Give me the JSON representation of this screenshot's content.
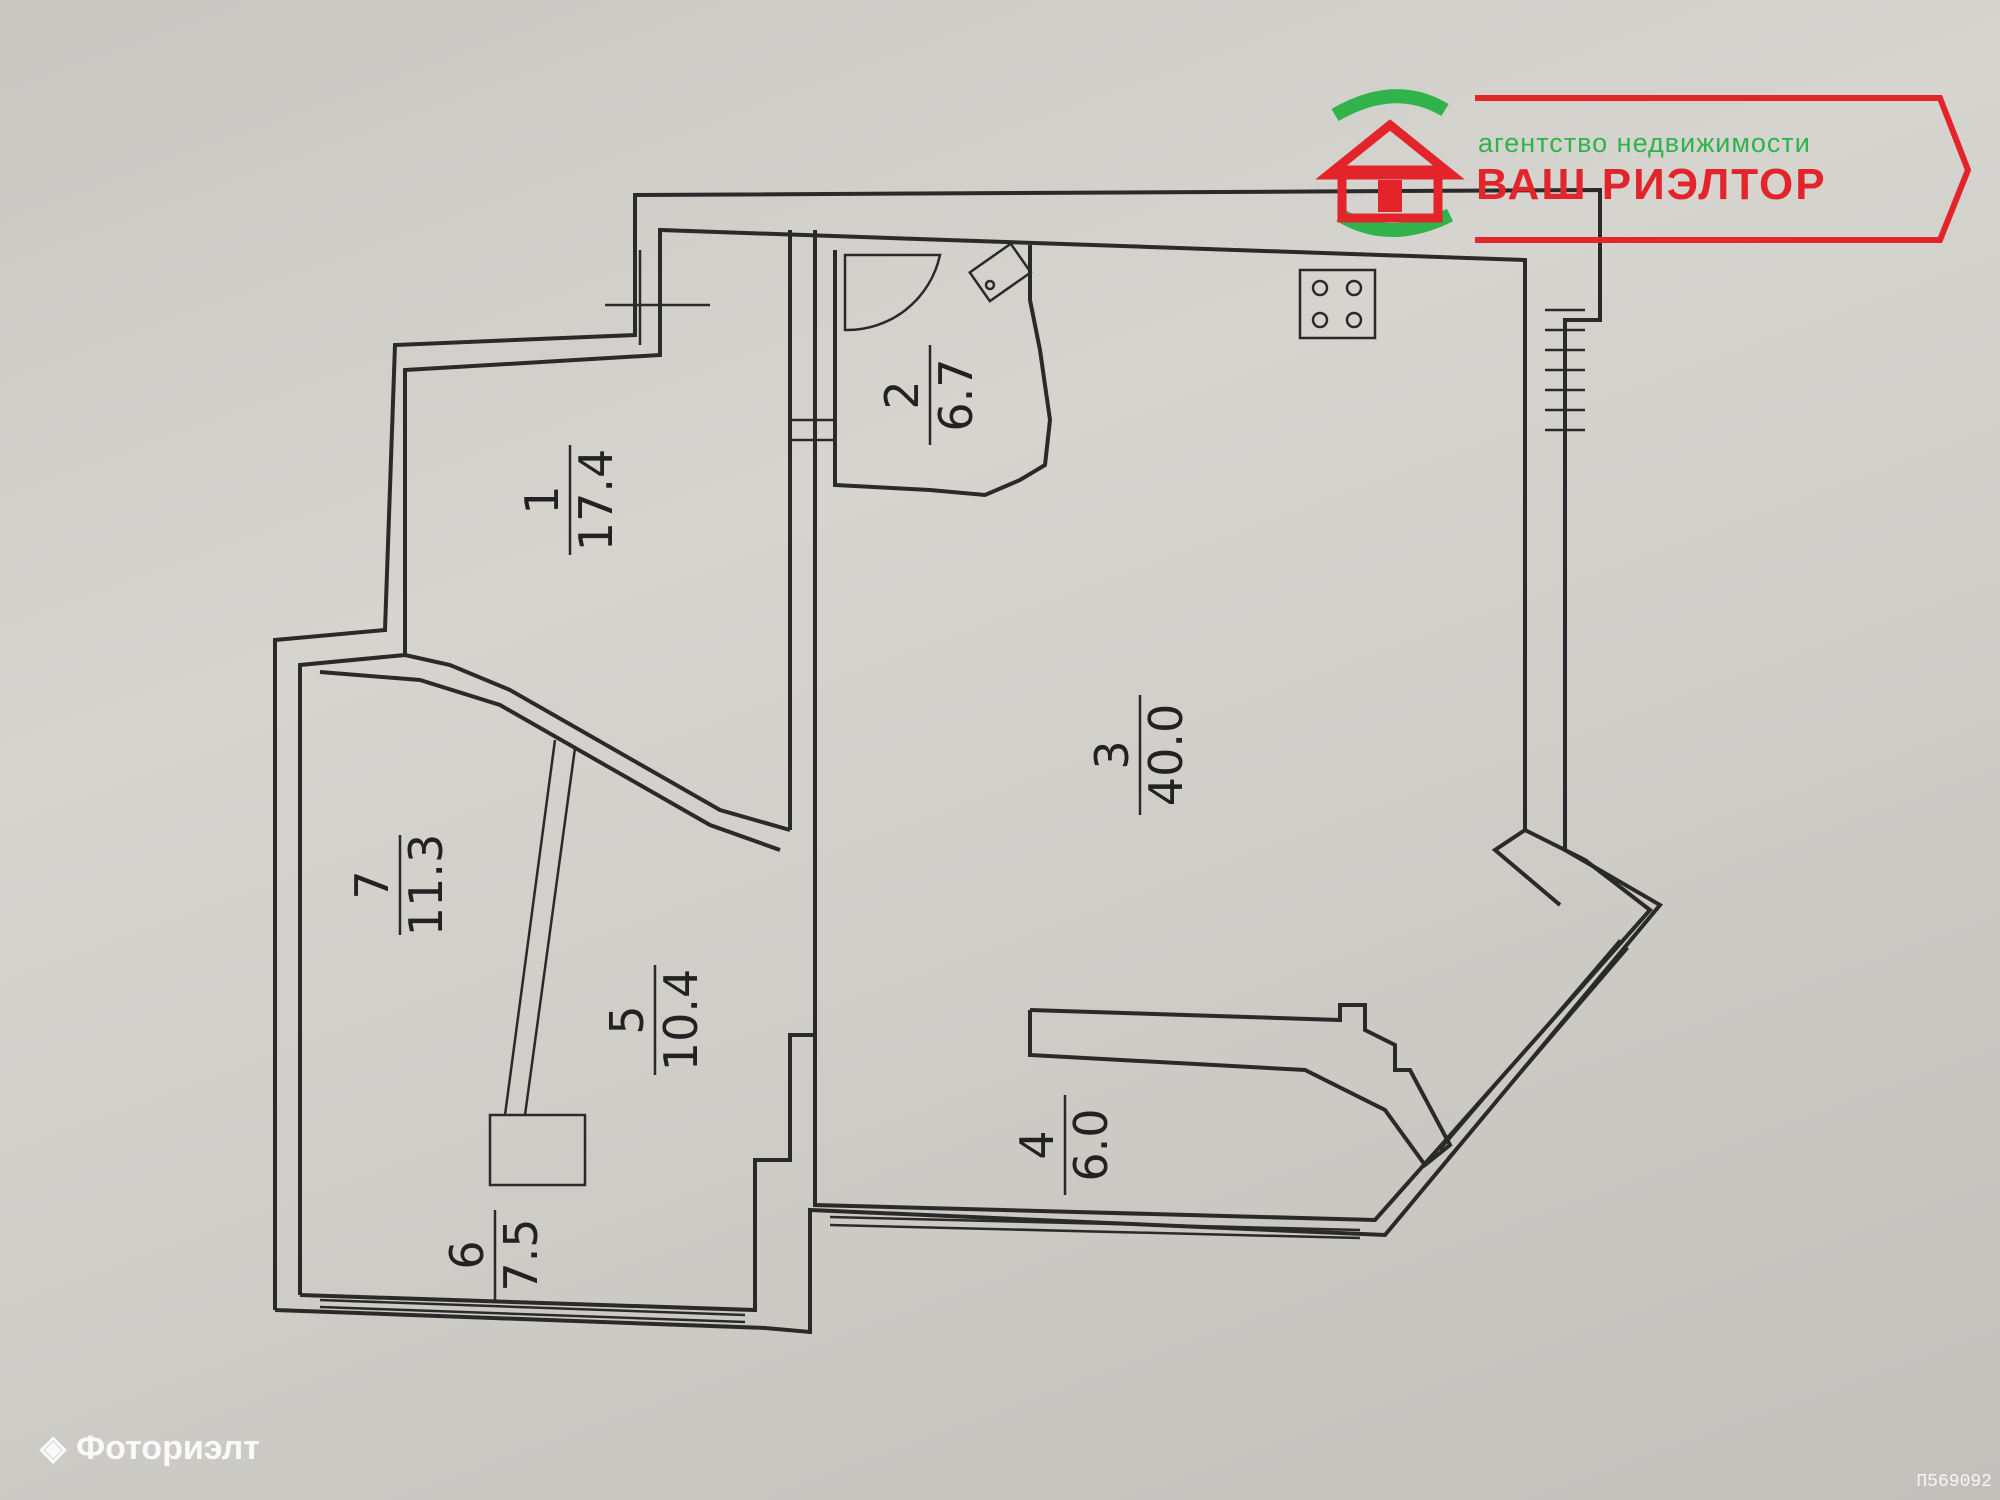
{
  "rooms": [
    {
      "number": "1",
      "area": "17.4"
    },
    {
      "number": "2",
      "area": "6.7"
    },
    {
      "number": "3",
      "area": "40.0"
    },
    {
      "number": "4",
      "area": "6.0"
    },
    {
      "number": "5",
      "area": "10.4"
    },
    {
      "number": "6",
      "area": "7.5"
    },
    {
      "number": "7",
      "area": "11.3"
    }
  ],
  "logo": {
    "tagline": "агентство недвижимости",
    "name": "ВАШ РИЭЛТОР",
    "colors": {
      "red": "#e3242b",
      "green": "#2fb34a"
    }
  },
  "watermark": {
    "text": "Фоториэлт",
    "icon": "diamond-logo-icon"
  },
  "listing_id": "П569092"
}
